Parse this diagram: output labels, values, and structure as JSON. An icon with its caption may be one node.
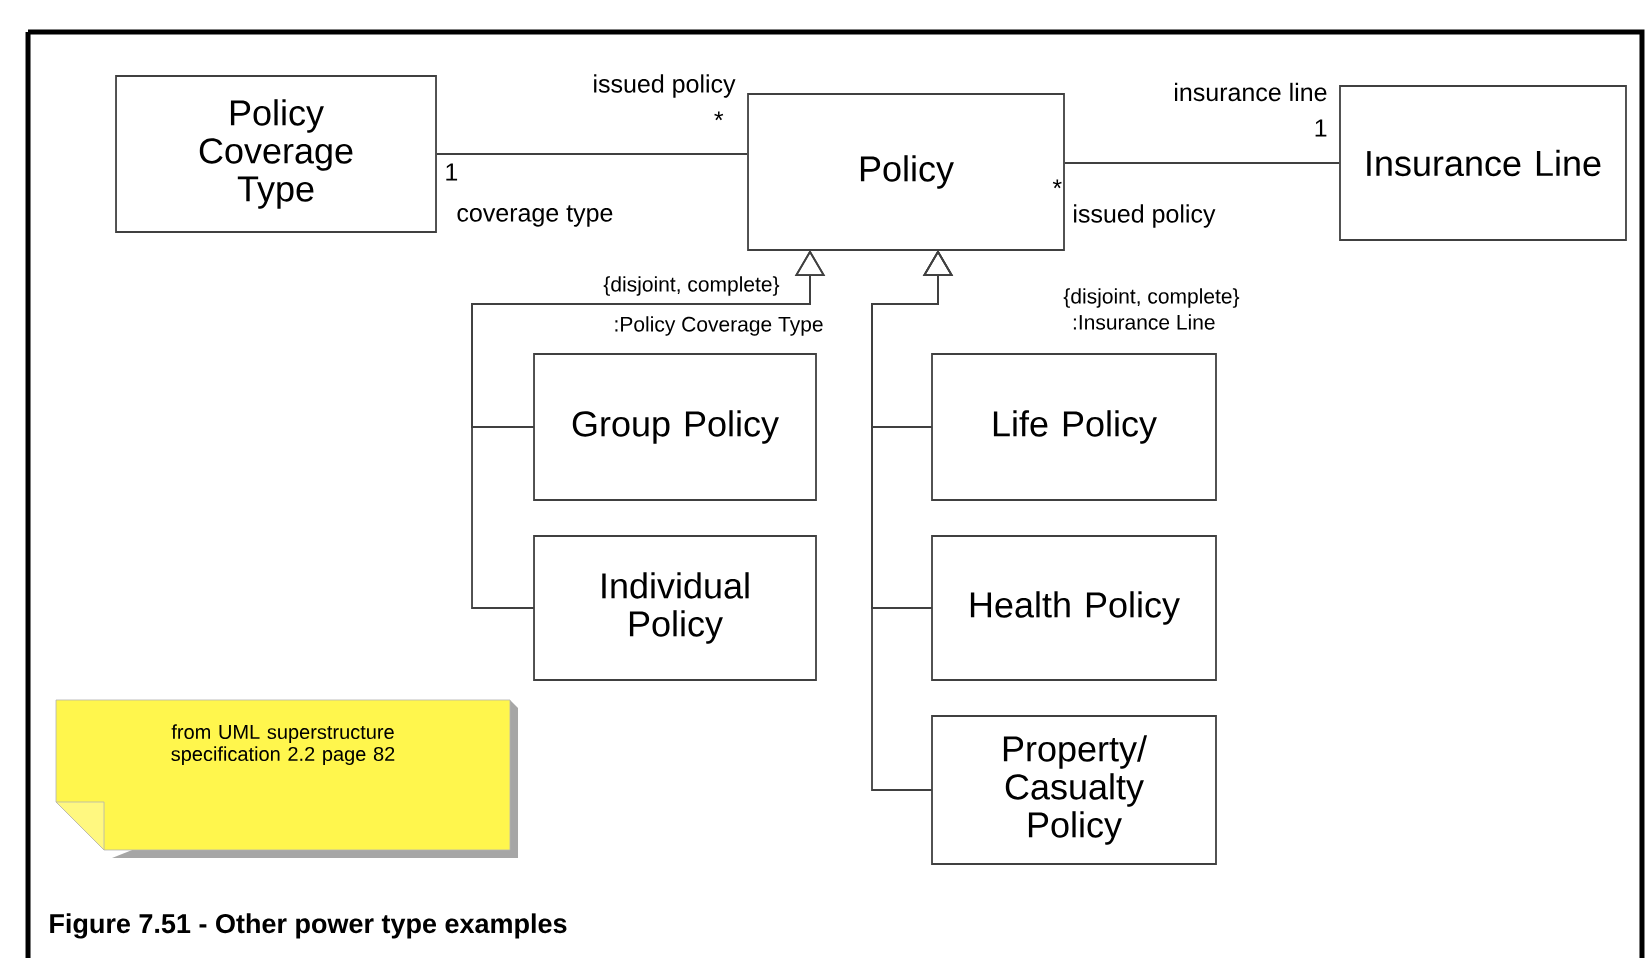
{
  "diagram": {
    "caption": "Figure 7.51 - Other power type examples",
    "nodes": [
      {
        "text": [
          "Policy Coverage Type"
        ]
      },
      {
        "text": [
          "Policy"
        ]
      },
      {
        "text": [
          "Insurance Line"
        ]
      },
      {
        "text": [
          "Group Policy"
        ]
      },
      {
        "text": [
          "Individual Policy"
        ]
      },
      {
        "text": [
          "Life Policy"
        ]
      },
      {
        "text": [
          "Health Policy"
        ]
      },
      {
        "text": [
          "Property/ Casualty Policy"
        ]
      },
      {
        "text": [
          "from UML superstructure specification 2.2 page 82"
        ]
      }
    ],
    "edges": [
      {
        "from": 0,
        "to": 1,
        "arrow": "none"
      },
      {
        "from": 2,
        "to": 1,
        "arrow": "none"
      },
      {
        "from": 3,
        "to": 1,
        "arrow": "to"
      },
      {
        "from": 4,
        "to": 1,
        "arrow": "to"
      },
      {
        "from": 5,
        "to": 1,
        "arrow": "to"
      },
      {
        "from": 6,
        "to": 1,
        "arrow": "to"
      },
      {
        "from": 7,
        "to": 1,
        "arrow": "to"
      }
    ],
    "labels": [
      "issued policy",
      "*",
      "1",
      "coverage type",
      "insurance line",
      "1",
      "*",
      "issued policy",
      "{disjoint, complete}",
      ":Policy Coverage Type",
      "{disjoint, complete}",
      ":Insurance Line"
    ]
  }
}
